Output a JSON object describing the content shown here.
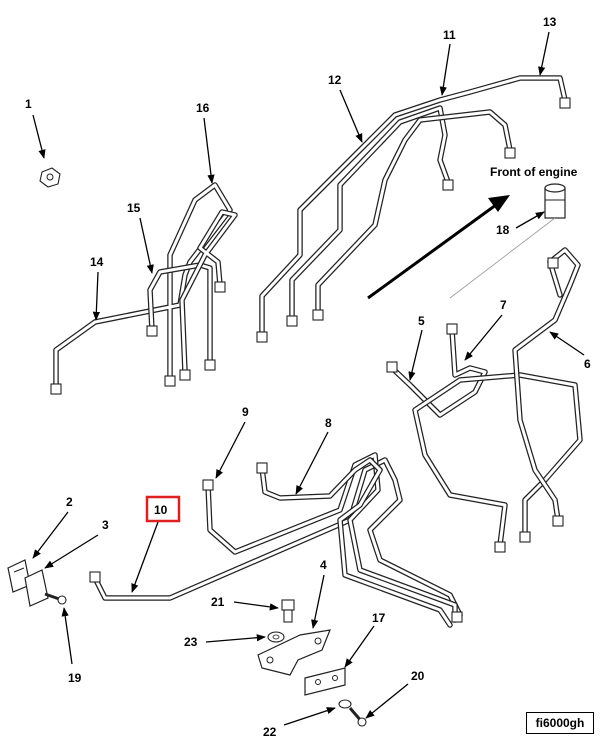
{
  "figure_code": "fi6000gh",
  "direction_label": "Front of engine",
  "highlighted_callout": "10",
  "highlight_color": "#e02020",
  "callouts": [
    "1",
    "2",
    "3",
    "4",
    "5",
    "6",
    "7",
    "8",
    "9",
    "10",
    "11",
    "12",
    "13",
    "14",
    "15",
    "16",
    "17",
    "18",
    "19",
    "20",
    "21",
    "22",
    "23"
  ]
}
